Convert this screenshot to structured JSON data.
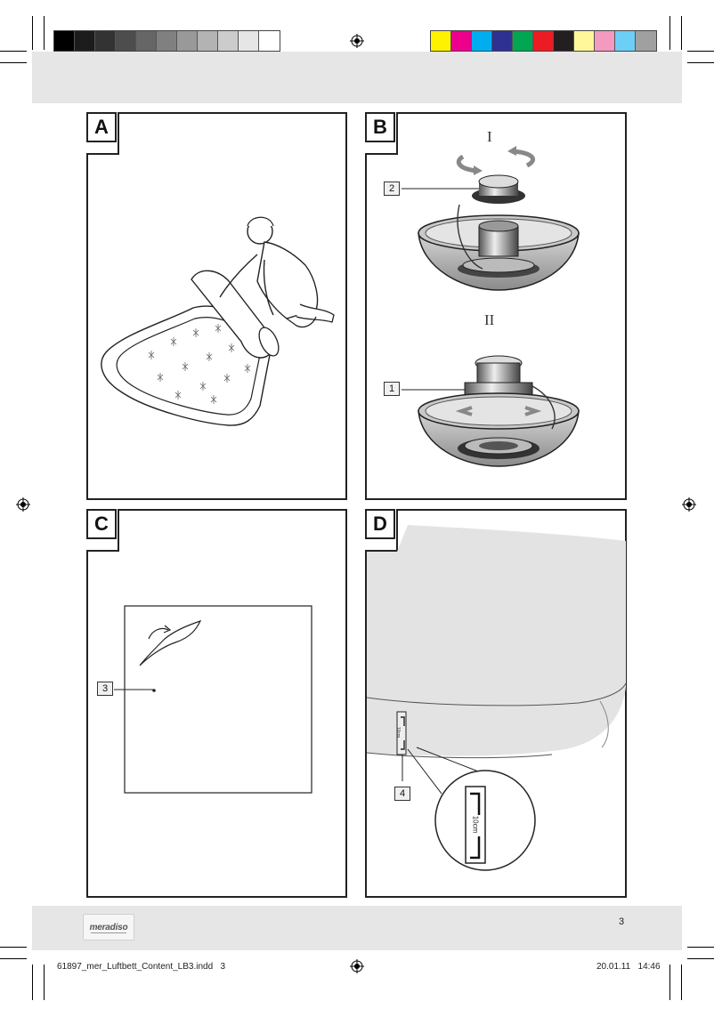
{
  "colors": {
    "grays": [
      "#000000",
      "#1c1c1c",
      "#333333",
      "#4d4d4d",
      "#666666",
      "#808080",
      "#999999",
      "#b3b3b3",
      "#cccccc",
      "#e6e6e6",
      "#ffffff"
    ],
    "process": [
      "#fff200",
      "#ec008c",
      "#00aeef",
      "#2e3192",
      "#00a651",
      "#ed1c24",
      "#231f20",
      "#fff799",
      "#f49ac1",
      "#6dcff6",
      "#a0a0a0"
    ],
    "band": "#e6e6e6",
    "mattress_fill": "#e3e3e3"
  },
  "panels": {
    "a": {
      "letter": "A"
    },
    "b": {
      "letter": "B",
      "step1": "I",
      "step2": "II",
      "callout_top": "2",
      "callout_bottom": "1"
    },
    "c": {
      "letter": "C",
      "callout": "3"
    },
    "d": {
      "letter": "D",
      "callout": "4",
      "marker_label": "10cm"
    }
  },
  "footer": {
    "logo": "meradiso",
    "page_number": "3",
    "file_name": "61897_mer_Luftbett_Content_LB3.indd   3",
    "timestamp": "20.01.11   14:46"
  },
  "icons": [
    "registration-mark-icon",
    "crop-mark-icon"
  ]
}
